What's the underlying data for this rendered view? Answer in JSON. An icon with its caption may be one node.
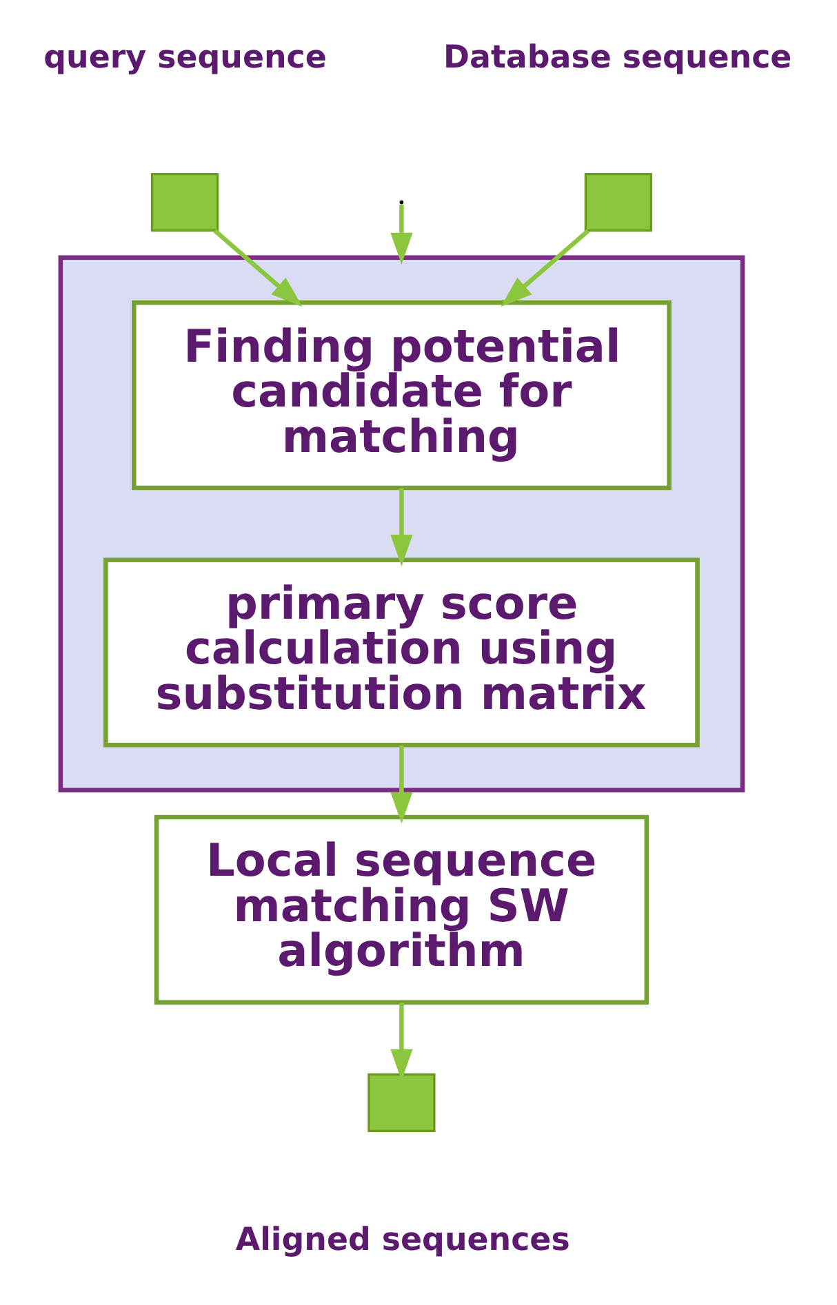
{
  "diagram": {
    "nodes": [
      {
        "text": [],
        "shape": "box",
        "beside": [
          "Database sequence"
        ]
      },
      {
        "text": [],
        "shape": "box",
        "beside": [
          "query sequence"
        ]
      },
      {
        "text": [],
        "shape": "box"
      },
      {
        "text": [
          "Finding potential candidate for matching"
        ],
        "in": 2
      },
      {
        "text": [
          "primary score calculation using substitution matrix"
        ],
        "in": 2
      },
      {
        "text": [
          "Local sequence matching SW algorithm"
        ]
      },
      {
        "text": [],
        "shape": "box",
        "beside": [
          "Aligned sequences"
        ]
      }
    ],
    "edges": [
      {
        "from": 0,
        "to": 3,
        "arrow": "to"
      },
      {
        "from": 1,
        "to": 3,
        "arrow": "to"
      },
      {
        "from": 3,
        "to": 4,
        "arrow": "to"
      },
      {
        "from": 4,
        "to": 5,
        "arrow": "to"
      },
      {
        "from": 5,
        "to": 6,
        "arrow": "to"
      },
      {
        "from": null,
        "to": 2,
        "arrow": "to"
      }
    ]
  }
}
